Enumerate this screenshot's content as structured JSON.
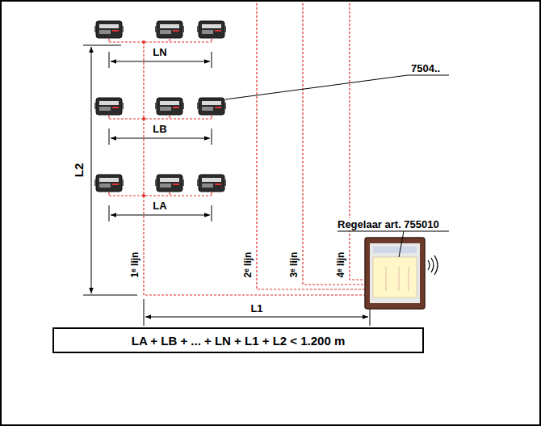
{
  "diagram": {
    "nodes": [
      {
        "text": [
          "LA + LB + ... + LN + L1 + L2 < 1.200 m"
        ]
      }
    ],
    "edges": [],
    "labels": [
      "LN",
      "LB",
      "LA",
      "L2",
      "L1",
      "7504..",
      "Regelaar art. 755010",
      "1ᵉ lijn",
      "2ᵉ lijn",
      "3ᵉ lijn",
      "4ᵉ lijn"
    ]
  }
}
